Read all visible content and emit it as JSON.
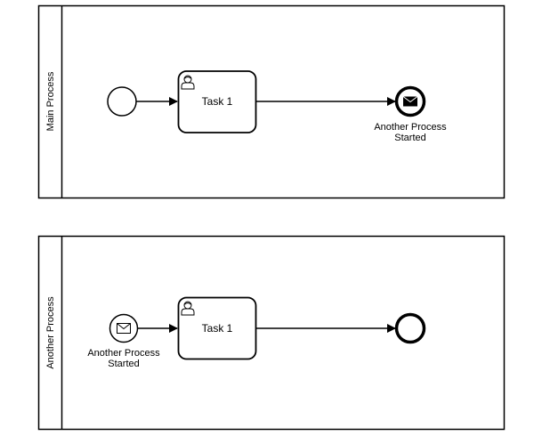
{
  "diagram": {
    "pools": [
      {
        "name": "Main Process",
        "task": {
          "label": "Task 1",
          "type": "user-task"
        },
        "start_event": {
          "type": "none-start-event",
          "label": ""
        },
        "end_event": {
          "type": "message-end-event",
          "label_line1": "Another Process",
          "label_line2": "Started"
        }
      },
      {
        "name": "Another Process",
        "task": {
          "label": "Task 1",
          "type": "user-task"
        },
        "start_event": {
          "type": "message-start-event",
          "label_line1": "Another Process",
          "label_line2": "Started"
        },
        "end_event": {
          "type": "none-end-event",
          "label": ""
        }
      }
    ]
  }
}
